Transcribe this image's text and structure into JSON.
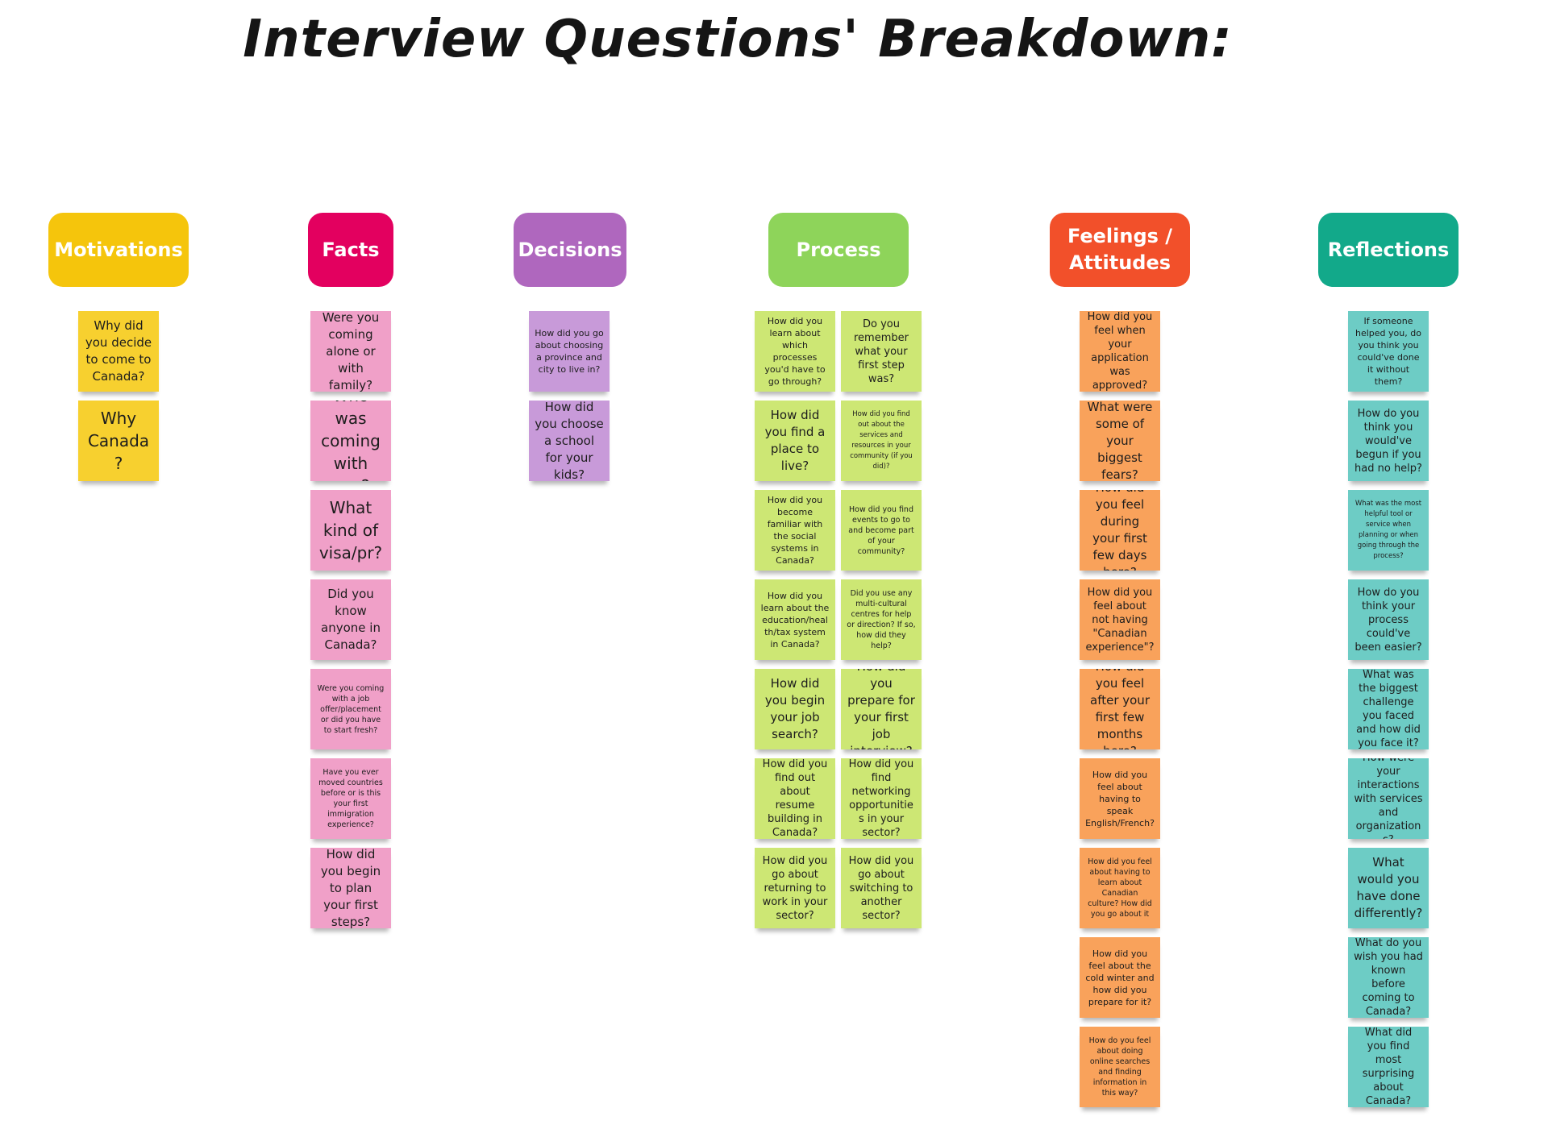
{
  "title": "Interview Questions' Breakdown:",
  "columns": [
    {
      "id": "motivations",
      "header": "Motivations",
      "header_color": "#F5C50C",
      "note_color": "#F7D02F",
      "notes": [
        {
          "text": "Why did you decide to come to Canada?"
        },
        {
          "text": "Why Canada?"
        }
      ]
    },
    {
      "id": "facts",
      "header": "Facts",
      "header_color": "#E3005F",
      "note_color": "#F0A0C8",
      "notes": [
        {
          "text": "Were you coming alone or with family?"
        },
        {
          "text": "Who was coming with you?"
        },
        {
          "text": "What kind of visa/pr?"
        },
        {
          "text": "Did you know anyone in Canada?"
        },
        {
          "text": "Were you coming with a job offer/placement or did you have to start fresh?"
        },
        {
          "text": "Have you ever moved countries before or is this your first immigration experience?"
        },
        {
          "text": "How did you begin to plan your first steps?"
        }
      ]
    },
    {
      "id": "decisions",
      "header": "Decisions",
      "header_color": "#AF67BE",
      "note_color": "#C89AD9",
      "notes": [
        {
          "text": "How did you go about choosing a province and city to live in?"
        },
        {
          "text": "How did you choose a school for your kids?"
        }
      ]
    },
    {
      "id": "process",
      "header": "Process",
      "header_color": "#8ED45A",
      "note_color": "#CDE774",
      "notes_left": [
        {
          "text": "How did you learn about which processes you'd have to go through?"
        },
        {
          "text": "How did you find a place to live?"
        },
        {
          "text": "How did you become familiar with the social systems in Canada?"
        },
        {
          "text": "How did you learn about the education/health/tax system in Canada?"
        },
        {
          "text": "How did you begin your job search?"
        },
        {
          "text": "How did you find out about resume building in Canada?"
        },
        {
          "text": "How did you go about returning to work in your sector?"
        }
      ],
      "notes_right": [
        {
          "text": "Do you remember what your first step was?"
        },
        {
          "text": "How did you find out about the services and resources in your community (if you did)?"
        },
        {
          "text": "How did you find events to go to and become part of your community?"
        },
        {
          "text": "Did you use any multi-cultural centres for help or direction? If so, how did they help?"
        },
        {
          "text": "How did you prepare for your first job interview?"
        },
        {
          "text": "How did you find networking opportunities in your sector?"
        },
        {
          "text": "How did you go about switching to another sector?"
        }
      ]
    },
    {
      "id": "feelings",
      "header": "Feelings / Attitudes",
      "header_color": "#F2502A",
      "note_color": "#F9A25B",
      "notes": [
        {
          "text": "How did you feel when your application was approved?"
        },
        {
          "text": "What were some of your biggest fears?"
        },
        {
          "text": "How did you feel during your first few days here?"
        },
        {
          "text": "How did you feel about not having \"Canadian experience\"?"
        },
        {
          "text": "How did you feel after your first few months here?"
        },
        {
          "text": "How did you feel about having to speak English/French?"
        },
        {
          "text": "How did you feel about having to learn about Canadian culture? How did you go about it"
        },
        {
          "text": "How did you feel about the cold winter and how did you prepare for it?"
        },
        {
          "text": "How do you feel about doing online searches and finding information in this way?"
        }
      ]
    },
    {
      "id": "reflections",
      "header": "Reflections",
      "header_color": "#12A98A",
      "note_color": "#6DCCC5",
      "notes": [
        {
          "text": "If someone helped you, do you think you could've done it without them?"
        },
        {
          "text": "How do you think you would've begun if you had no help?"
        },
        {
          "text": "What was the most helpful tool or service when planning or when going through the process?"
        },
        {
          "text": "How do you think your process could've been easier?"
        },
        {
          "text": "What was the biggest challenge you faced and how did you face it?"
        },
        {
          "text": "How were your interactions with services and organizations?"
        },
        {
          "text": "What would you have done differently?"
        },
        {
          "text": "What do you wish you had known before coming to Canada?"
        },
        {
          "text": "What did you find most surprising about Canada?"
        }
      ]
    }
  ]
}
